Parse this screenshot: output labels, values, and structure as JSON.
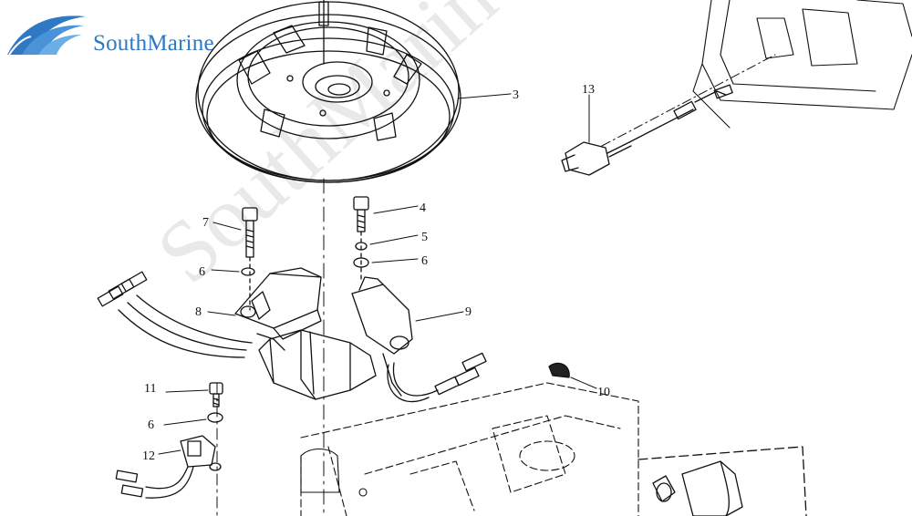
{
  "brand": {
    "name": "SouthMarine",
    "logo_icon": "wave-logo-icon",
    "color": "#2f78c4"
  },
  "watermark": "SouthMarine",
  "callouts": {
    "c3": "3",
    "c4": "4",
    "c5": "5",
    "c6a": "6",
    "c6b": "6",
    "c6c": "6",
    "c7": "7",
    "c8": "8",
    "c9": "9",
    "c10": "10",
    "c11": "11",
    "c12": "12",
    "c13": "13"
  }
}
